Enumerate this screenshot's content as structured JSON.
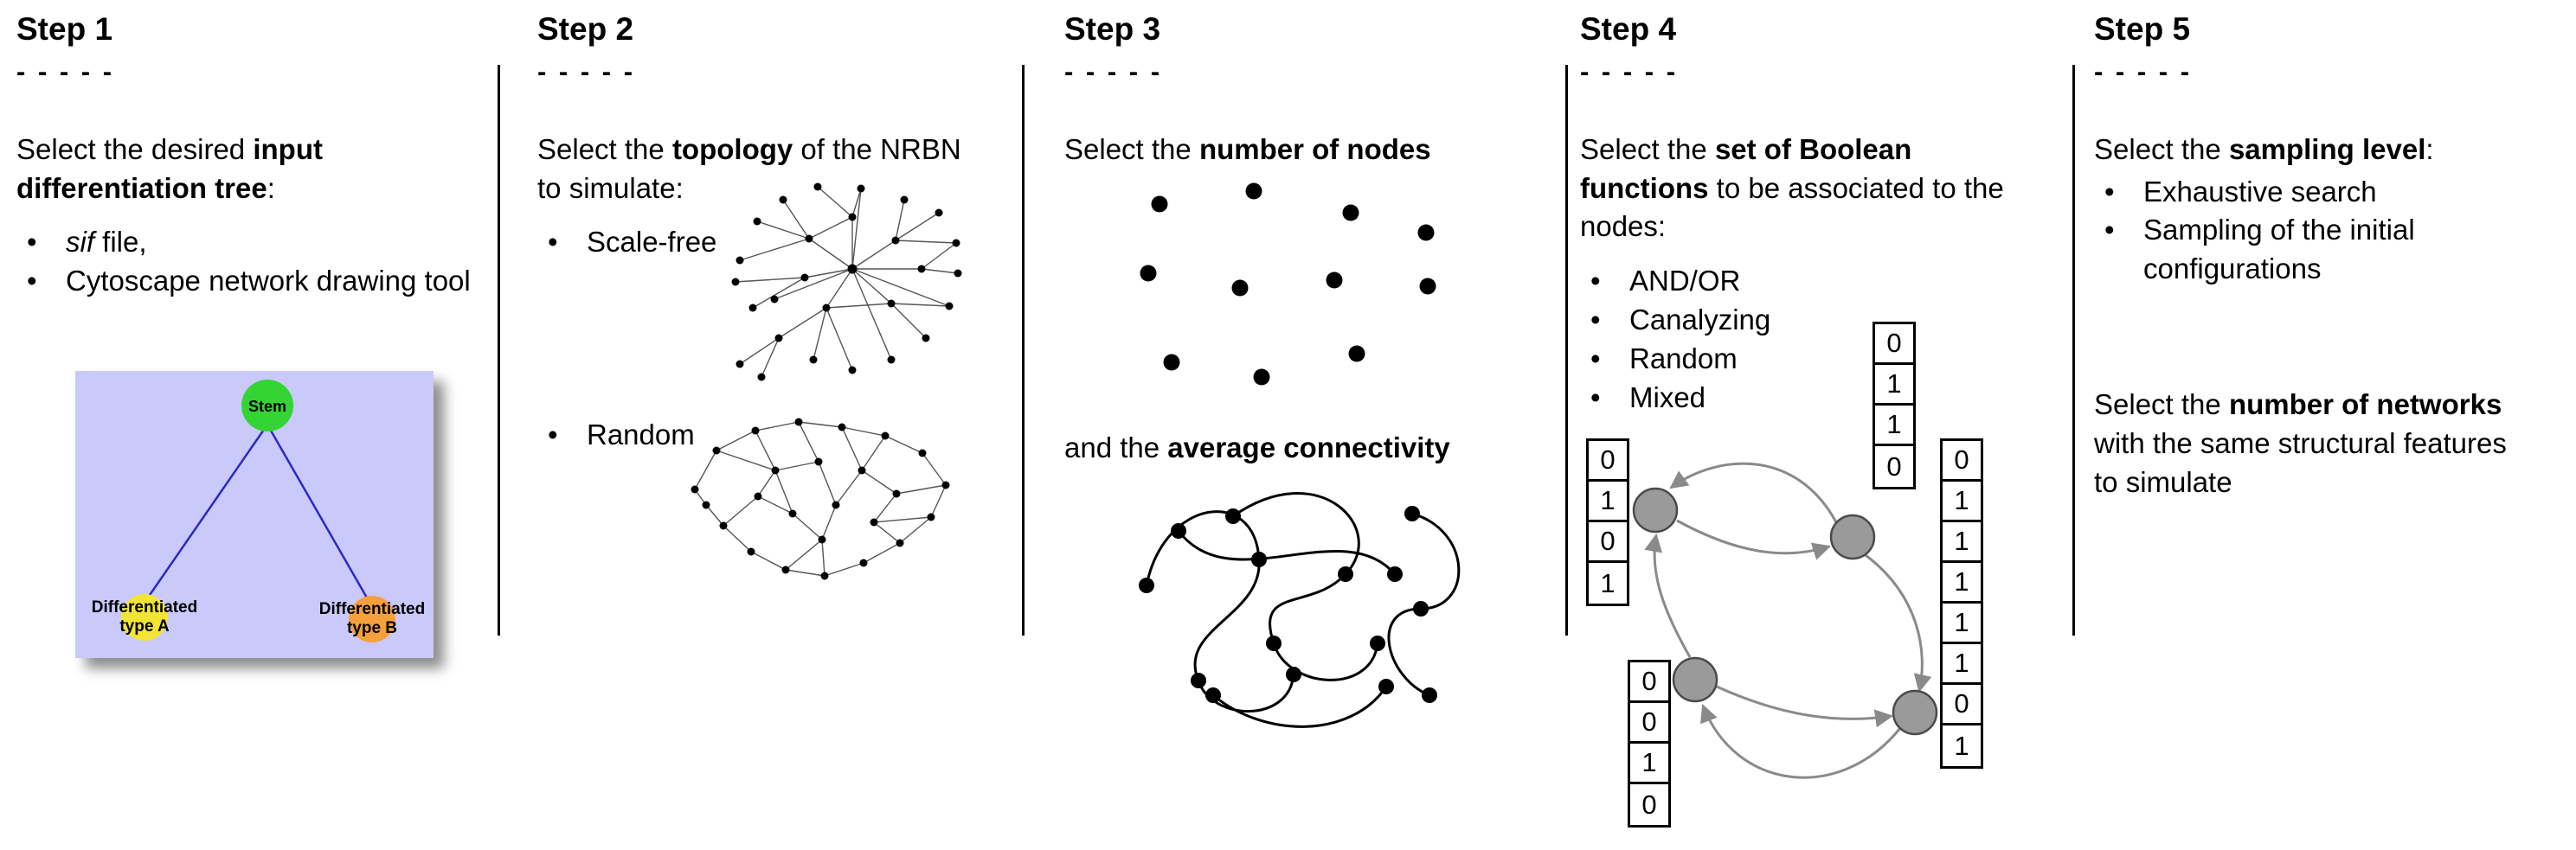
{
  "figure_type": "five-step-workflow-diagram",
  "steps": [
    {
      "title": "Step 1",
      "dashes": "- - - - -",
      "intro": {
        "pre": "Select the desired ",
        "bold": "input differentiation tree",
        "post": ":"
      },
      "bullets": [
        {
          "italic": "sif",
          "rest": " file,"
        },
        {
          "text": "Cytoscape network drawing tool"
        }
      ],
      "tree": {
        "stem_label": "Stem",
        "type_a_line1": "Differentiated",
        "type_a_line2": "type A",
        "type_b_line1": "Differentiated",
        "type_b_line2": "type B",
        "colors": {
          "background": "#c9c9fb",
          "stem": "#35d435",
          "stem_border": "#0a9a0a",
          "type_a": "#f2e535",
          "type_a_border": "#b8ae18",
          "type_b": "#f5a03c",
          "type_b_border": "#c0781a",
          "edge": "#2929c8"
        }
      }
    },
    {
      "title": "Step 2",
      "dashes": "- - - - -",
      "intro": {
        "pre": "Select the ",
        "bold": "topology",
        "post": " of the NRBN to simulate:"
      },
      "bullets": [
        {
          "text": "Scale-free"
        },
        {
          "text": "Random"
        }
      ]
    },
    {
      "title": "Step 3",
      "dashes": "- - - - -",
      "line1": {
        "pre": "Select the ",
        "bold": "number of nodes",
        "post": ""
      },
      "line2": {
        "pre": "and the ",
        "bold": "average connectivity",
        "post": ""
      }
    },
    {
      "title": "Step 4",
      "dashes": "- - - - -",
      "intro": {
        "pre": "Select the ",
        "bold": "set of Boolean functions",
        "post": " to be associated to the nodes:"
      },
      "bullets": [
        {
          "text": "AND/OR"
        },
        {
          "text": "Canalyzing"
        },
        {
          "text": "Random"
        },
        {
          "text": "Mixed"
        }
      ],
      "colors": {
        "node_fill": "#9a9a9a",
        "node_border": "#4a4a4a",
        "arrow": "#8a8a8a"
      },
      "truth_tables": {
        "left": [
          "0",
          "1",
          "0",
          "1"
        ],
        "top": [
          "0",
          "1",
          "1",
          "0"
        ],
        "right": [
          "0",
          "1",
          "1",
          "1",
          "1",
          "1",
          "0",
          "1"
        ],
        "bottom": [
          "0",
          "0",
          "1",
          "0"
        ]
      }
    },
    {
      "title": "Step 5",
      "dashes": "- - - - -",
      "intro": {
        "pre": "Select the ",
        "bold": "sampling level",
        "post": ":"
      },
      "bullets": [
        {
          "text": "Exhaustive search"
        },
        {
          "text": "Sampling of the initial configurations"
        }
      ],
      "paragraph2": {
        "pre": "Select the ",
        "bold": "number of networks",
        "post": " with the same structural features to simulate"
      }
    }
  ]
}
